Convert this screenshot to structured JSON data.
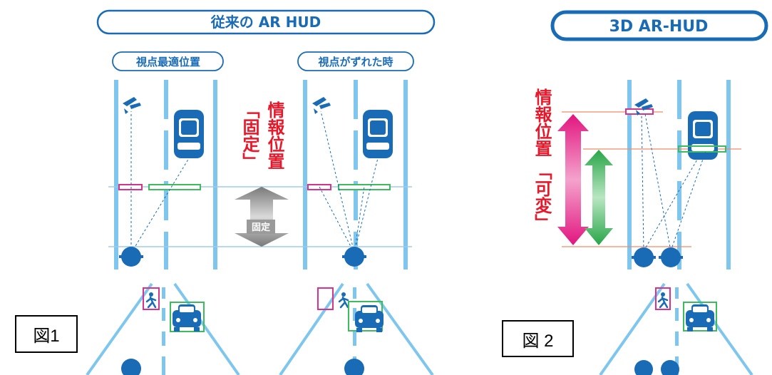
{
  "left_panel": {
    "title": "従来の AR HUD",
    "view_optimal_label": "視点最適位置",
    "view_shifted_label": "視点がずれた時",
    "info_position_label": "情報位置",
    "fixed_bracket_label": "「固定」",
    "fixed_badge": "固定"
  },
  "right_panel": {
    "title": "3D AR-HUD",
    "info_position_label": "情報位置",
    "variable_bracket_label": "「可変」"
  },
  "figure_labels": {
    "fig1": "図1",
    "fig2": "図 2"
  },
  "colors": {
    "road_blue": "#7fc6ee",
    "car_blue": "#1a6bb5",
    "pill_border": "#1a6bb5",
    "red_text": "#e8172a",
    "magenta": "#d6338f",
    "green": "#3dbb5f",
    "guide_line": "#9fcbe8",
    "orange_line": "#f08a6a",
    "gray_arrow": "#8c8c8c"
  },
  "icons": [
    "drone-icon",
    "car-icon",
    "eye-icon",
    "pedestrian-icon"
  ]
}
